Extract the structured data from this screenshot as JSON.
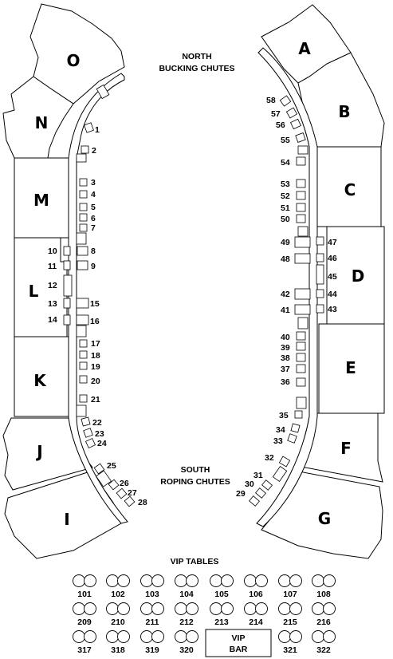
{
  "labels": {
    "north_line1": "NORTH",
    "north_line2": "BUCKING CHUTES",
    "south_line1": "SOUTH",
    "south_line2": "ROPING CHUTES",
    "vip_tables": "VIP TABLES",
    "vip_bar_line1": "VIP",
    "vip_bar_line2": "BAR"
  },
  "sections": [
    "A",
    "B",
    "C",
    "D",
    "E",
    "F",
    "G",
    "I",
    "J",
    "K",
    "L",
    "M",
    "N",
    "O"
  ],
  "boxes_left": [
    "1",
    "2",
    "3",
    "4",
    "5",
    "6",
    "7",
    "8",
    "9",
    "10",
    "11",
    "12",
    "13",
    "14",
    "15",
    "16",
    "17",
    "18",
    "19",
    "20",
    "21",
    "22",
    "23",
    "24",
    "25",
    "26",
    "27",
    "28"
  ],
  "boxes_right": [
    "29",
    "30",
    "31",
    "32",
    "33",
    "34",
    "35",
    "36",
    "37",
    "38",
    "39",
    "40",
    "41",
    "42",
    "43",
    "44",
    "45",
    "46",
    "47",
    "48",
    "49",
    "50",
    "51",
    "52",
    "53",
    "54",
    "55",
    "56",
    "57",
    "58"
  ],
  "vip_rows": [
    [
      "101",
      "102",
      "103",
      "104",
      "105",
      "106",
      "107",
      "108"
    ],
    [
      "209",
      "210",
      "211",
      "212",
      "213",
      "214",
      "215",
      "216"
    ],
    [
      "317",
      "318",
      "319",
      "320",
      "321",
      "322"
    ]
  ]
}
